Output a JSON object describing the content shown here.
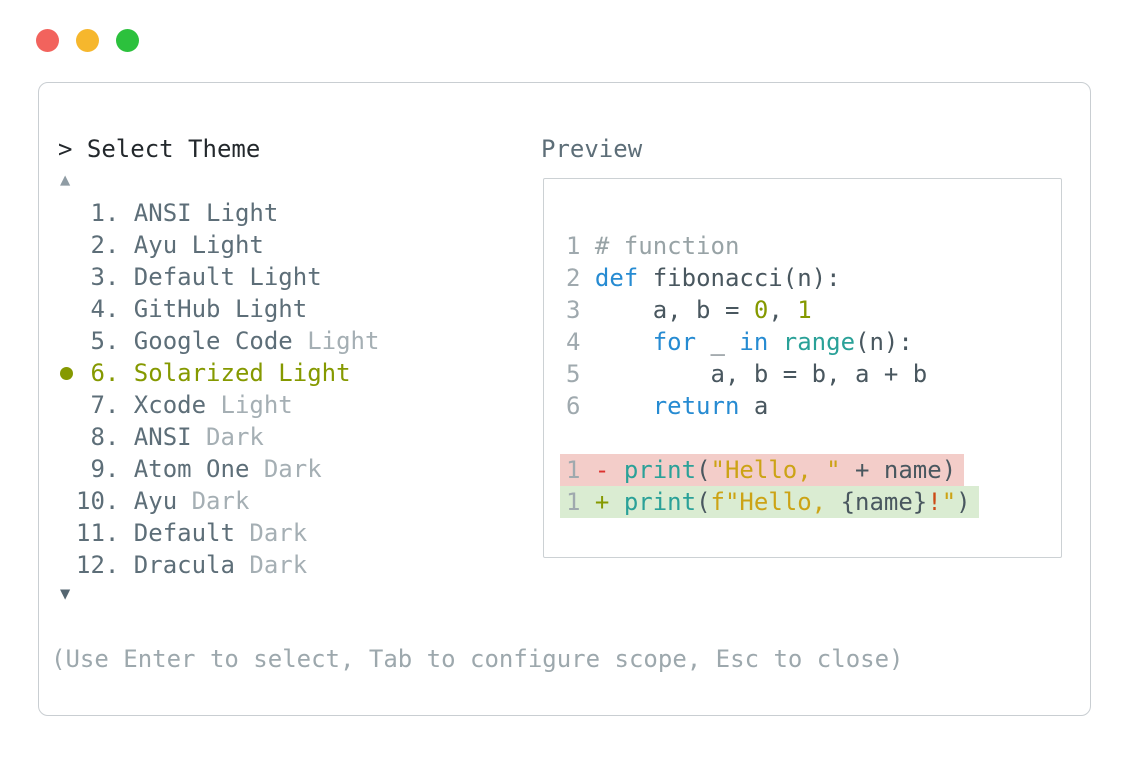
{
  "window": {
    "traffic_lights": [
      {
        "name": "close-button",
        "color": "#f2635d"
      },
      {
        "name": "minimize-button",
        "color": "#f6b72d"
      },
      {
        "name": "zoom-button",
        "color": "#2cc13d"
      }
    ]
  },
  "picker": {
    "title": "> Select Theme",
    "scroll_up": "▲",
    "scroll_down": "▼",
    "selected_bullet": "●",
    "themes": [
      {
        "number": " 1.",
        "name": "ANSI",
        "suffix": "Light",
        "suffix_dim": false,
        "selected": false
      },
      {
        "number": " 2.",
        "name": "Ayu",
        "suffix": "Light",
        "suffix_dim": false,
        "selected": false
      },
      {
        "number": " 3.",
        "name": "Default",
        "suffix": "Light",
        "suffix_dim": false,
        "selected": false
      },
      {
        "number": " 4.",
        "name": "GitHub",
        "suffix": "Light",
        "suffix_dim": false,
        "selected": false
      },
      {
        "number": " 5.",
        "name": "Google Code",
        "suffix": "Light",
        "suffix_dim": true,
        "selected": false
      },
      {
        "number": " 6.",
        "name": "Solarized",
        "suffix": "Light",
        "suffix_dim": false,
        "selected": true
      },
      {
        "number": " 7.",
        "name": "Xcode",
        "suffix": "Light",
        "suffix_dim": true,
        "selected": false
      },
      {
        "number": " 8.",
        "name": "ANSI",
        "suffix": "Dark",
        "suffix_dim": true,
        "selected": false
      },
      {
        "number": " 9.",
        "name": "Atom One",
        "suffix": "Dark",
        "suffix_dim": true,
        "selected": false
      },
      {
        "number": "10.",
        "name": "Ayu",
        "suffix": "Dark",
        "suffix_dim": true,
        "selected": false
      },
      {
        "number": "11.",
        "name": "Default",
        "suffix": "Dark",
        "suffix_dim": true,
        "selected": false
      },
      {
        "number": "12.",
        "name": "Dracula",
        "suffix": "Dark",
        "suffix_dim": true,
        "selected": false
      }
    ],
    "footer_hint": "(Use Enter to select, Tab to configure scope, Esc to close)"
  },
  "preview": {
    "label": "Preview",
    "lines": [
      {
        "type": "code",
        "number": "1",
        "tokens": [
          {
            "text": "# function",
            "color": "comment"
          }
        ]
      },
      {
        "type": "code",
        "number": "2",
        "tokens": [
          {
            "text": "def",
            "color": "keyword"
          },
          {
            "text": " fibonacci(n):",
            "color": "default"
          }
        ]
      },
      {
        "type": "code",
        "number": "3",
        "tokens": [
          {
            "text": "    a, b = ",
            "color": "default"
          },
          {
            "text": "0",
            "color": "olive"
          },
          {
            "text": ", ",
            "color": "default"
          },
          {
            "text": "1",
            "color": "olive"
          }
        ]
      },
      {
        "type": "code",
        "number": "4",
        "tokens": [
          {
            "text": "    ",
            "color": "default"
          },
          {
            "text": "for",
            "color": "keyword"
          },
          {
            "text": " _ ",
            "color": "default"
          },
          {
            "text": "in",
            "color": "keyword"
          },
          {
            "text": " ",
            "color": "default"
          },
          {
            "text": "range",
            "color": "teal"
          },
          {
            "text": "(n):",
            "color": "default"
          }
        ]
      },
      {
        "type": "code",
        "number": "5",
        "tokens": [
          {
            "text": "        a, b = b, a + b",
            "color": "default"
          }
        ]
      },
      {
        "type": "code",
        "number": "6",
        "tokens": [
          {
            "text": "    ",
            "color": "default"
          },
          {
            "text": "return",
            "color": "keyword"
          },
          {
            "text": " a",
            "color": "default"
          }
        ]
      },
      {
        "type": "blank"
      },
      {
        "type": "removed",
        "number": "1",
        "tokens": [
          {
            "text": "- ",
            "color": "red"
          },
          {
            "text": "print",
            "color": "teal"
          },
          {
            "text": "(",
            "color": "default"
          },
          {
            "text": "\"Hello, \"",
            "color": "yellow"
          },
          {
            "text": " + name)",
            "color": "default"
          }
        ]
      },
      {
        "type": "added",
        "number": "1",
        "tokens": [
          {
            "text": "+ ",
            "color": "olive"
          },
          {
            "text": "print",
            "color": "teal"
          },
          {
            "text": "(",
            "color": "default"
          },
          {
            "text": "f\"Hello, ",
            "color": "yellow"
          },
          {
            "text": "{name}",
            "color": "default"
          },
          {
            "text": "!",
            "color": "orange"
          },
          {
            "text": "\"",
            "color": "yellow"
          },
          {
            "text": ")",
            "color": "default"
          }
        ]
      }
    ]
  },
  "colors": {
    "panel_border": "#c9ced2",
    "preview_border": "#ccd1d4",
    "list_text": "#5d6e78",
    "list_dim_text": "#a5afb4",
    "selected_olive": "#859900",
    "title_text": "#23282c",
    "footer_text": "#9da8ad",
    "code_default": "#49575f",
    "code_comment": "#98a3a6",
    "code_keyword_blue": "#268bd2",
    "code_builtin_teal": "#2aa198",
    "code_string_yellow": "#cca315",
    "code_red": "#dc322f",
    "code_orange": "#cb4b16",
    "diff_removed_bg": "#f3cdc9",
    "diff_added_bg": "#daecd2"
  }
}
